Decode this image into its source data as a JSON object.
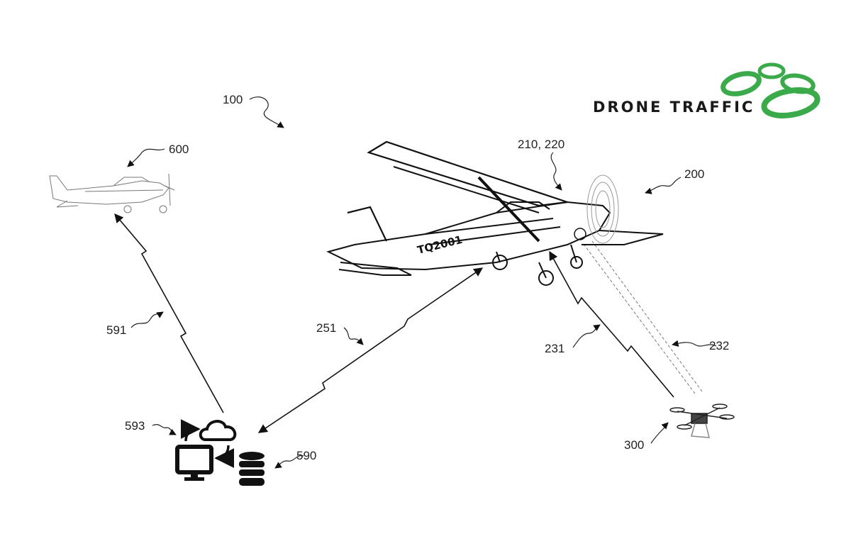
{
  "logo": {
    "text": "DRONE TRAFFIC",
    "accent": "#3aaa4a"
  },
  "aircraft": {
    "tail_number": "TQ2001"
  },
  "reference_labels": {
    "system": "100",
    "other_aircraft": "600",
    "aircraft_systems": "210, 220",
    "aircraft": "200",
    "link_591": "591",
    "link_251": "251",
    "link_231": "231",
    "beam_232": "232",
    "ground_station": "593",
    "database": "590",
    "drone": "300"
  }
}
